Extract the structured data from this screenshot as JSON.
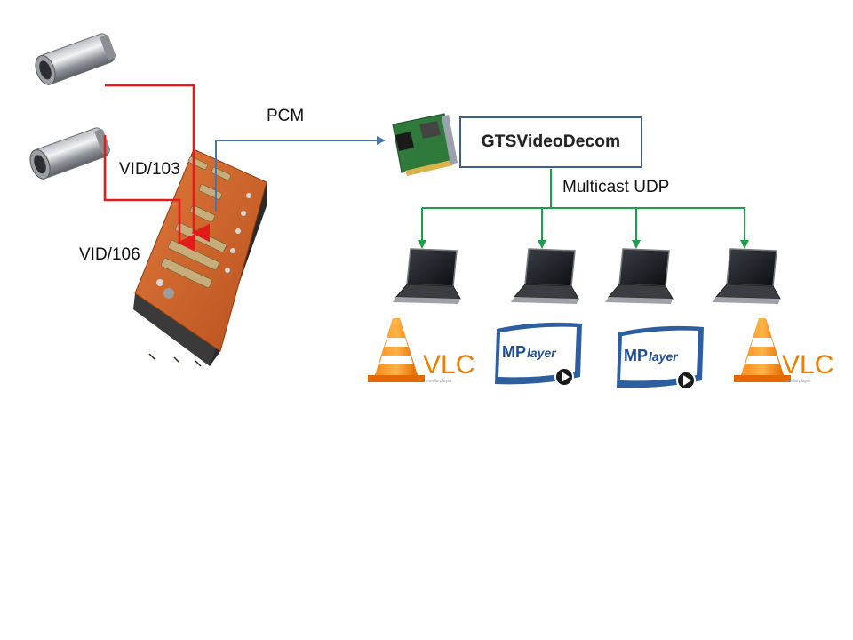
{
  "labels": {
    "pcm": "PCM",
    "vid103": "VID/103",
    "vid106": "VID/106",
    "decom": "GTSVideoDecom",
    "multicast": "Multicast UDP"
  },
  "players": [
    {
      "type": "vlc-logo",
      "text": "VLC",
      "sub": "media player"
    },
    {
      "type": "mplayer-logo",
      "text_a": "MP",
      "text_b": "layer"
    },
    {
      "type": "mplayer-logo",
      "text_a": "MP",
      "text_b": "layer"
    },
    {
      "type": "vlc-logo",
      "text": "VLC",
      "sub": "media player"
    }
  ],
  "colors": {
    "video_link": "#e31b1b",
    "pcm_link": "#4a73a8",
    "multicast_link": "#1e9e4a",
    "decom_border": "#3d5f87"
  },
  "icons": [
    "camera-icon",
    "data-acquisition-unit-icon",
    "pcm-card-icon",
    "laptop-icon",
    "vlc-logo",
    "mplayer-logo"
  ]
}
